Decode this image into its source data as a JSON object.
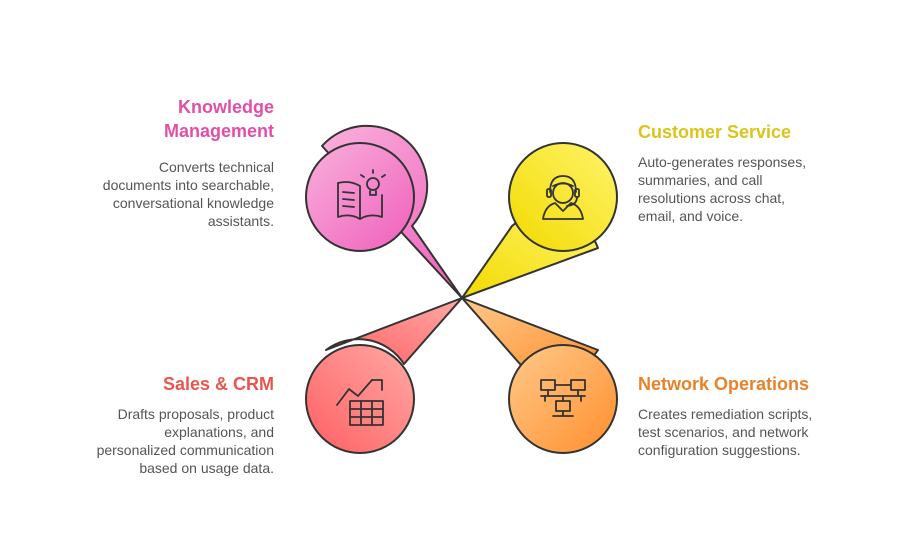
{
  "sections": {
    "knowledge": {
      "title": "Knowledge\nManagement",
      "description": "Converts technical\ndocuments into searchable,\nconversational knowledge\nassistants.",
      "color": "#e24fa8",
      "fill_light": "#f7a6d6",
      "fill_dark": "#f06bc0",
      "icon": "open-book-lightbulb-icon"
    },
    "customer": {
      "title": "Customer Service",
      "description": "Auto-generates responses,\nsummaries, and call\nresolutions across chat,\nemail, and voice.",
      "color": "#e0c81a",
      "fill_light": "#fff35a",
      "fill_dark": "#f5e000",
      "icon": "headset-agent-icon"
    },
    "sales": {
      "title": "Sales & CRM",
      "description": "Drafts proposals, product\nexplanations, and\npersonalized communication\nbased on usage data.",
      "color": "#e8564f",
      "fill_light": "#ff9b9b",
      "fill_dark": "#ff6b6b",
      "icon": "chart-table-icon"
    },
    "network": {
      "title": "Network Operations",
      "description": "Creates remediation scripts,\ntest scenarios, and network\nconfiguration suggestions.",
      "color": "#e8822a",
      "fill_light": "#ffc07a",
      "fill_dark": "#ff9a3c",
      "icon": "network-computers-icon"
    }
  }
}
